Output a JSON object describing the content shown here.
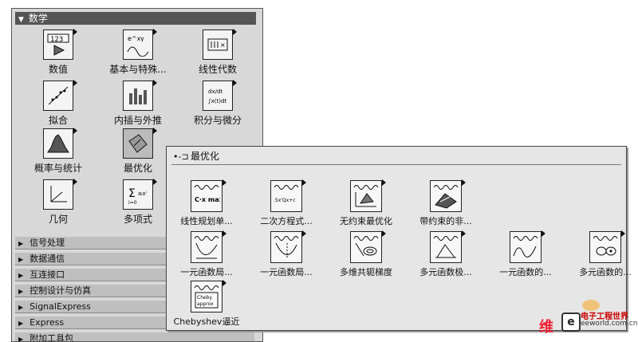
{
  "palette": {
    "header": "数学",
    "icons": [
      {
        "label": "数值",
        "icon": "numeric-123-icon"
      },
      {
        "label": "基本与特殊...",
        "icon": "elementary-functions-icon"
      },
      {
        "label": "线性代数",
        "icon": "matrix-icon"
      },
      {
        "label": "拟合",
        "icon": "fitting-icon"
      },
      {
        "label": "内插与外推",
        "icon": "interpolation-icon"
      },
      {
        "label": "积分与微分",
        "icon": "integration-icon"
      },
      {
        "label": "概率与统计",
        "icon": "histogram-icon"
      },
      {
        "label": "最优化",
        "icon": "optimization-icon"
      },
      {
        "label": "几何",
        "icon": "geometry-axes-icon"
      },
      {
        "label": "多项式",
        "icon": "polynomial-sigma-icon"
      }
    ],
    "categories": [
      "信号处理",
      "数据通信",
      "互连接口",
      "控制设计与仿真",
      "SignalExpress",
      "Express",
      "附加工具包"
    ]
  },
  "optimization": {
    "title": "最优化",
    "icons": [
      {
        "label": "线性规划单...",
        "icon": "linear-programming-icon",
        "glyph": "C·x max"
      },
      {
        "label": "二次方程式...",
        "icon": "quadratic-programming-icon",
        "glyph": ".5x'Qx+c"
      },
      {
        "label": "无约束最优化",
        "icon": "unconstrained-optimization-icon",
        "glyph": ""
      },
      {
        "label": "带约束的非...",
        "icon": "constrained-nonlinear-icon",
        "glyph": ""
      },
      {
        "label": "一元函数局...",
        "icon": "1d-local-min-a-icon",
        "glyph": ""
      },
      {
        "label": "一元函数局...",
        "icon": "1d-local-min-b-icon",
        "glyph": ""
      },
      {
        "label": "多维共轭梯度",
        "icon": "conjugate-gradient-icon",
        "glyph": ""
      },
      {
        "label": "多元函数极...",
        "icon": "nd-extremum-icon",
        "glyph": ""
      },
      {
        "label": "一元函数的...",
        "icon": "1d-global-icon",
        "glyph": ""
      },
      {
        "label": "多元函数的...",
        "icon": "nd-global-icon",
        "glyph": ""
      },
      {
        "label": "Chebyshev逼近",
        "icon": "chebyshev-approx-icon",
        "glyph": "Cheby approx"
      }
    ]
  },
  "watermark": {
    "red_char": "维",
    "logo": "e",
    "title": "电子工程世界",
    "url": "eeworld.com.cn"
  }
}
